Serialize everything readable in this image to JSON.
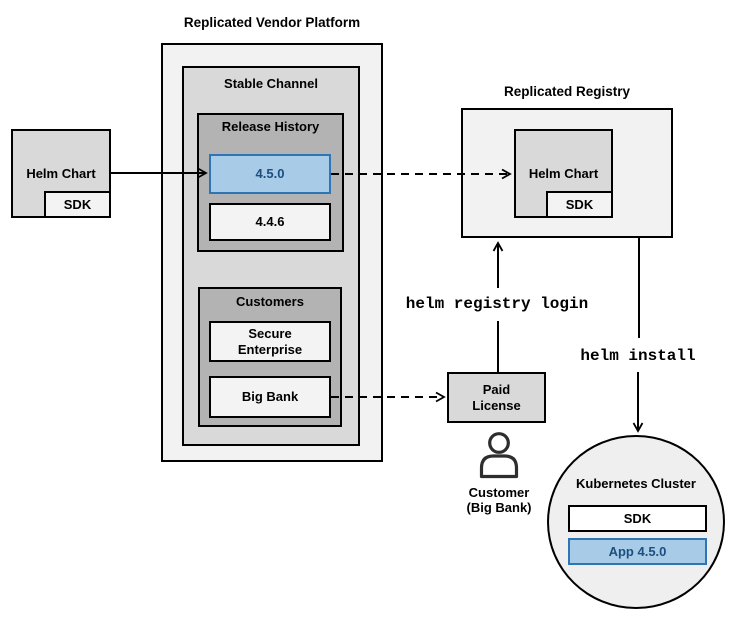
{
  "colors": {
    "highlight_fill": "#a8cbe8",
    "highlight_border": "#2e75b5",
    "highlight_text": "#1b4f7e",
    "container_light_gray": "#f2f2f2",
    "container_mid_gray": "#d9d9d9",
    "container_dark_gray": "#b3b3b3",
    "item_box_fill": "#f3f3f3",
    "line_color": "#000000"
  },
  "source_helm_chart": {
    "label": "Helm Chart",
    "sdk": "SDK"
  },
  "vendor_platform": {
    "title": "Replicated Vendor Platform",
    "stable_channel": {
      "title": "Stable Channel",
      "release_history": {
        "title": "Release History",
        "releases": [
          {
            "version": "4.5.0",
            "highlighted": true
          },
          {
            "version": "4.4.6",
            "highlighted": false
          }
        ]
      },
      "customers": {
        "title": "Customers",
        "items": [
          "Secure\nEnterprise",
          "Big Bank"
        ]
      }
    }
  },
  "registry": {
    "title": "Replicated Registry",
    "helm_chart": {
      "label": "Helm Chart",
      "sdk": "SDK"
    }
  },
  "license": {
    "label": "Paid\nLicense"
  },
  "customer": {
    "label": "Customer\n(Big Bank)"
  },
  "commands": {
    "registry_login": "helm registry login",
    "install": "helm install"
  },
  "cluster": {
    "title": "Kubernetes Cluster",
    "sdk": "SDK",
    "app": "App 4.5.0"
  }
}
